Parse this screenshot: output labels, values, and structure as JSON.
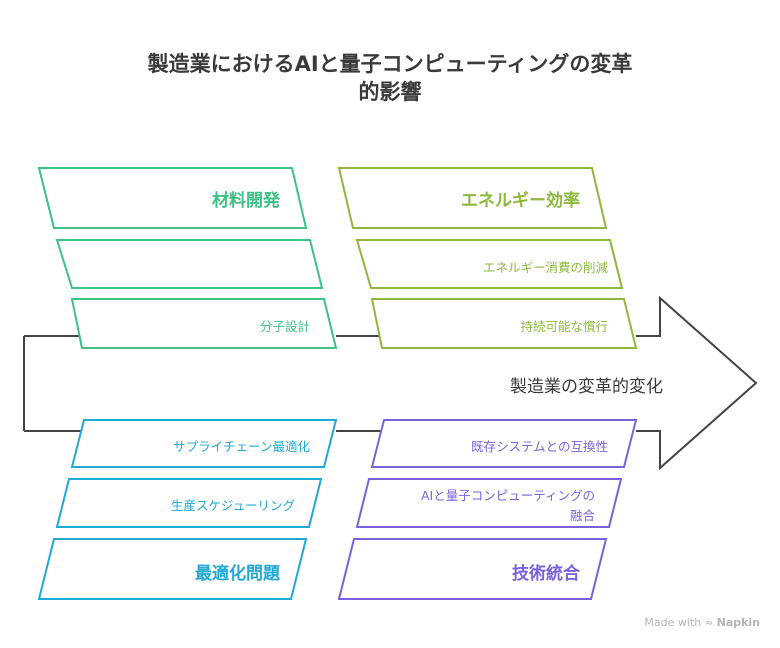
{
  "title": {
    "line1": "製造業におけるAIと量子コンピューティングの変革",
    "line2": "的影響"
  },
  "center_label": "製造業の変革的変化",
  "colors": {
    "green": "#3dc184",
    "olive": "#8db83c",
    "cyan": "#20a9d5",
    "purple": "#7a62de",
    "arrow": "#444444"
  },
  "quadrants": {
    "materials": {
      "heading": "材料開発",
      "items": [
        "",
        "分子設計"
      ]
    },
    "energy": {
      "heading": "エネルギー効率",
      "items": [
        "エネルギー消費の削減",
        "持続可能な慣行"
      ]
    },
    "optimization": {
      "heading": "最適化問題",
      "items": [
        "サプライチェーン最適化",
        "生産スケジューリング"
      ]
    },
    "integration": {
      "heading": "技術統合",
      "items": [
        "既存システムとの互換性",
        "AIと量子コンピューティングの",
        "融合"
      ]
    }
  },
  "footer": {
    "made_with": "Made with",
    "brand": "Napkin",
    "brand_icon": "napkin-logo-icon"
  }
}
